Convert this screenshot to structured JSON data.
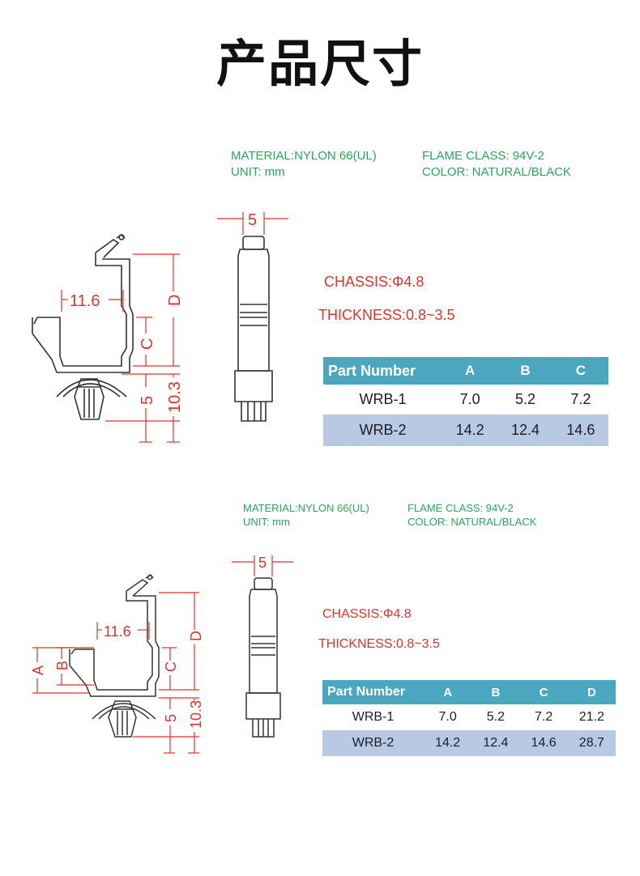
{
  "page": {
    "title": "产品尺寸"
  },
  "section1": {
    "material": "MATERIAL:NYLON 66(UL)",
    "unit": "UNIT: mm",
    "flame": "FLAME CLASS: 94V-2",
    "color": "COLOR: NATURAL/BLACK",
    "chassis": "CHASSIS:Φ4.8",
    "thickness": "THICKNESS:0.8~3.5",
    "dims": {
      "w": "5",
      "len": "11.6",
      "d": "D",
      "c": "C",
      "h": "10.3",
      "s": "5"
    },
    "table": {
      "headers": [
        "Part Number",
        "A",
        "B",
        "C"
      ],
      "rows": [
        [
          "WRB-1",
          "7.0",
          "5.2",
          "7.2"
        ],
        [
          "WRB-2",
          "14.2",
          "12.4",
          "14.6"
        ]
      ]
    }
  },
  "section2": {
    "material": "MATERIAL:NYLON 66(UL)",
    "unit": "UNIT: mm",
    "flame": "FLAME CLASS: 94V-2",
    "color": "COLOR: NATURAL/BLACK",
    "chassis": "CHASSIS:Φ4.8",
    "thickness": "THICKNESS:0.8~3.5",
    "dims": {
      "w": "5",
      "len": "11.6",
      "d": "D",
      "c": "C",
      "a": "A",
      "b": "B",
      "h": "10.3",
      "s": "5"
    },
    "table": {
      "headers": [
        "Part Number",
        "A",
        "B",
        "C",
        "D"
      ],
      "rows": [
        [
          "WRB-1",
          "7.0",
          "5.2",
          "7.2",
          "21.2"
        ],
        [
          "WRB-2",
          "14.2",
          "12.4",
          "14.6",
          "28.7"
        ]
      ]
    }
  }
}
